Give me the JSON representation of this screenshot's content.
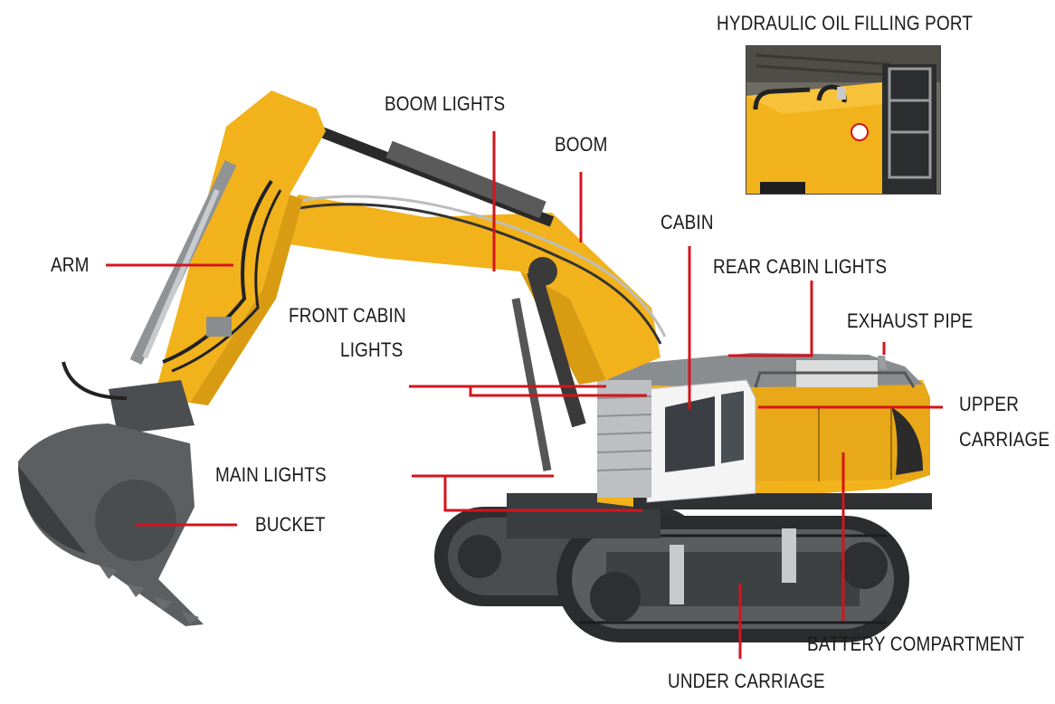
{
  "labels": {
    "hydraulic_oil_filling_port": "HYDRAULIC OIL FILLING PORT",
    "boom_lights": "BOOM LIGHTS",
    "boom": "BOOM",
    "cabin": "CABIN",
    "rear_cabin_lights": "REAR CABIN LIGHTS",
    "exhaust_pipe": "EXHAUST PIPE",
    "arm": "ARM",
    "front_cabin_lights_line1": "FRONT CABIN",
    "front_cabin_lights_line2": "LIGHTS",
    "upper_carriage_line1": "UPPER",
    "upper_carriage_line2": "CARRIAGE",
    "main_lights": "MAIN LIGHTS",
    "bucket": "BUCKET",
    "battery_compartment": "BATTERY COMPARTMENT",
    "under_carriage": "UNDER CARRIAGE"
  },
  "colors": {
    "leader_line": "#d4141c",
    "machine_yellow": "#f2b21b",
    "machine_dark": "#3a3d40",
    "cab_white": "#f4f4f4"
  }
}
